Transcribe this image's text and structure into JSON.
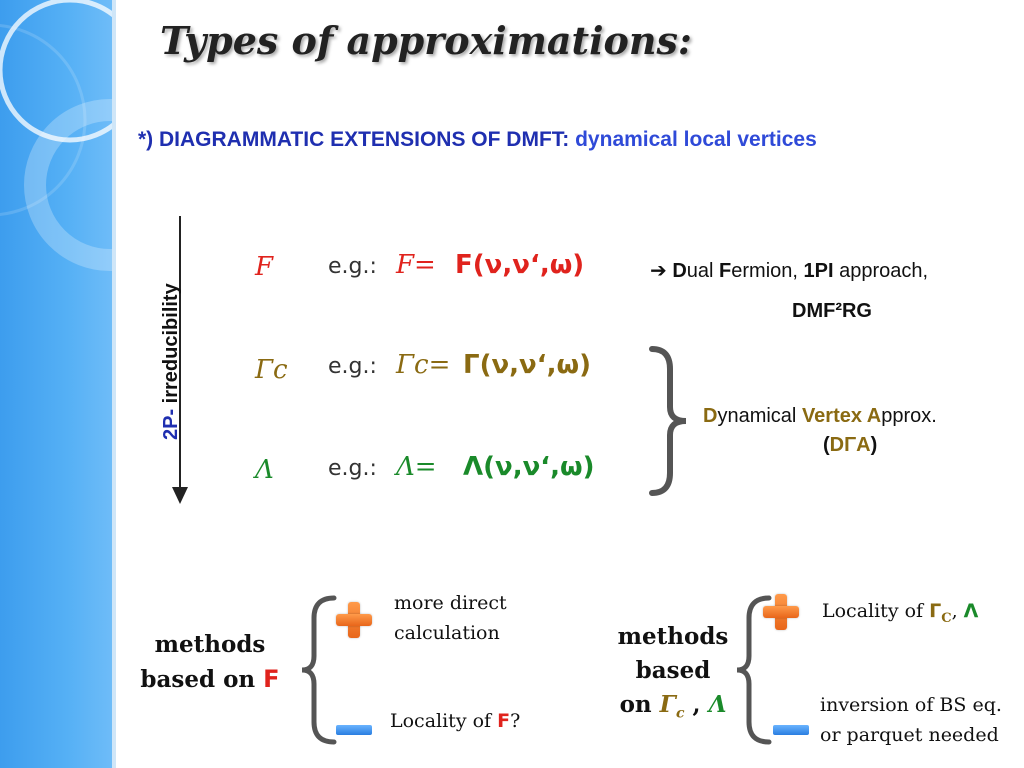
{
  "title": "Types of approximations:",
  "subtitle": {
    "prefix": "*) DIAGRAMMATIC EXTENSIONS OF DMFT:",
    "highlight": "dynamical local vertices"
  },
  "axis": {
    "prefix": "2P-",
    "label": "irreducibility"
  },
  "rows": [
    {
      "symbol": "F",
      "eg": "e.g.:",
      "eq_symbol": "F=",
      "expr": "F(ν,ν‘,ω)"
    },
    {
      "symbol": "Γc",
      "eg": "e.g.:",
      "eq_symbol": "Γc=",
      "expr": "Γ(ν,ν‘,ω)"
    },
    {
      "symbol": "Λ",
      "eg": "e.g.:",
      "eq_symbol": "Λ=",
      "expr": "Λ(ν,ν‘,ω)"
    }
  ],
  "right_top": {
    "arrow": "➔",
    "d1": "D",
    "d1_rest": "ual ",
    "f1": "F",
    "f1_rest": "ermion, ",
    "pi": "1PI",
    "pi_rest": " approach,",
    "line2": "DMF²RG"
  },
  "right_mid": {
    "d": "D",
    "d_rest": "ynamical ",
    "v": "Vertex A",
    "v_rest": "pprox.",
    "open": "(",
    "abbr": "DΓA",
    "close": ")"
  },
  "bottom_left": {
    "line1": "methods",
    "line2": "based on",
    "f": "F",
    "plus_note_1": "more direct",
    "plus_note_2": "calculation",
    "minus_note_prefix": "Locality of ",
    "minus_note_f": "F",
    "minus_note_suffix": "?"
  },
  "bottom_right": {
    "line1": "methods",
    "line2": "based",
    "line3_prefix": "on ",
    "gamma": "Γ",
    "gamma_sub": "c",
    "comma": " , ",
    "lambda": "Λ",
    "plus_prefix": "Locality of ",
    "plus_gamma": "Γ",
    "plus_gamma_sub": "C",
    "plus_comma": ", ",
    "plus_lambda": "Λ",
    "minus_note_1": "inversion of BS eq.",
    "minus_note_2": "or parquet needed"
  },
  "colors": {
    "red": "#e0231d",
    "olive": "#8a6a12",
    "green": "#1a8a2a",
    "blue": "#1f2fb0",
    "sidebar": "#4aa6f2",
    "plus": "#f07a2a",
    "minus": "#3a8ff0"
  }
}
